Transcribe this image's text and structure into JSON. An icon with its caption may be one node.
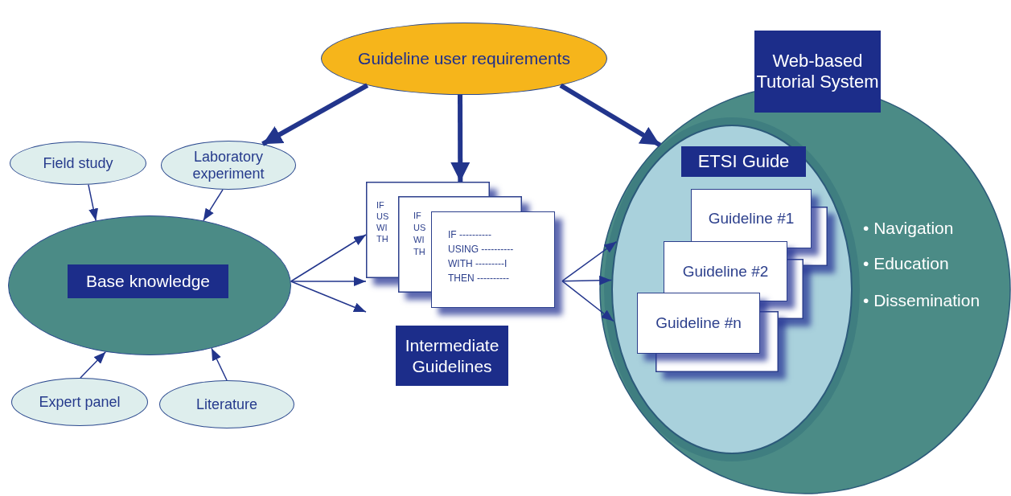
{
  "diagram": {
    "nodes": [
      {
        "text": [
          "Guideline user requirements"
        ]
      },
      {
        "text": [
          "Field study"
        ]
      },
      {
        "text": [
          "Laboratory experiment"
        ]
      },
      {
        "text": [
          "Base knowledge"
        ]
      },
      {
        "text": [
          "Expert panel"
        ]
      },
      {
        "text": [
          "Literature"
        ]
      },
      {
        "text": [
          "IF",
          "US",
          "WI",
          "TH",
          "IF",
          "US",
          "WI",
          "TH",
          "IF ----------",
          "USING ----------",
          "WITH ---------I",
          "THEN ----------"
        ]
      },
      {
        "text": [
          "Intermediate Guidelines"
        ]
      },
      {
        "text": [
          "Web-based Tutorial System",
          "• Navigation",
          "• Education",
          "• Dissemination"
        ]
      },
      {
        "text": [
          "ETSI Guide"
        ],
        "in": 8
      },
      {
        "text": [
          "Guideline #1"
        ],
        "in": 9
      },
      {
        "text": [
          "Guideline #2"
        ],
        "in": 9
      },
      {
        "text": [
          "Guideline #n"
        ],
        "in": 9
      }
    ],
    "edges": [
      {
        "from": 0,
        "to": 2,
        "arrow": "to",
        "style": "thick"
      },
      {
        "from": 0,
        "to": 6,
        "arrow": "to",
        "style": "thick"
      },
      {
        "from": 0,
        "to": 8,
        "arrow": "to",
        "style": "thick"
      },
      {
        "from": 1,
        "to": 3,
        "arrow": "to"
      },
      {
        "from": 2,
        "to": 3,
        "arrow": "to"
      },
      {
        "from": 4,
        "to": 3,
        "arrow": "to"
      },
      {
        "from": 5,
        "to": 3,
        "arrow": "to"
      },
      {
        "from": 3,
        "to": 6,
        "arrow": "to"
      },
      {
        "from": 3,
        "to": 6,
        "arrow": "to"
      },
      {
        "from": 3,
        "to": 6,
        "arrow": "to"
      },
      {
        "from": 6,
        "to": 9,
        "arrow": "to"
      },
      {
        "from": 6,
        "to": 9,
        "arrow": "to"
      },
      {
        "from": 6,
        "to": 9,
        "arrow": "to"
      }
    ]
  }
}
